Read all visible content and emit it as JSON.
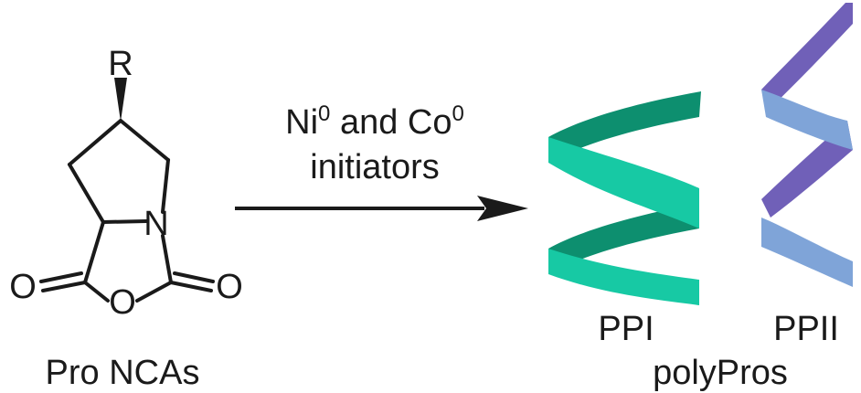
{
  "molecule": {
    "substituent": "R",
    "nitrogen": "N",
    "ring_oxygen": "O",
    "carbonyl_oxygen_left": "O",
    "carbonyl_oxygen_right": "O",
    "caption": "Pro NCAs"
  },
  "reaction": {
    "line1_base1": "Ni",
    "line1_sup1": "0",
    "line1_mid": " and Co",
    "line1_sup2": "0",
    "line2": "initiators"
  },
  "products": {
    "helix_left_label": "PPI",
    "helix_right_label": "PPII",
    "caption": "polyPros"
  },
  "colors": {
    "ppi_front": "#17c9a4",
    "ppi_back": "#0d8f6f",
    "ppii_front": "#7fa4d8",
    "ppii_back": "#7060b8",
    "ink": "#1a1a1a"
  }
}
